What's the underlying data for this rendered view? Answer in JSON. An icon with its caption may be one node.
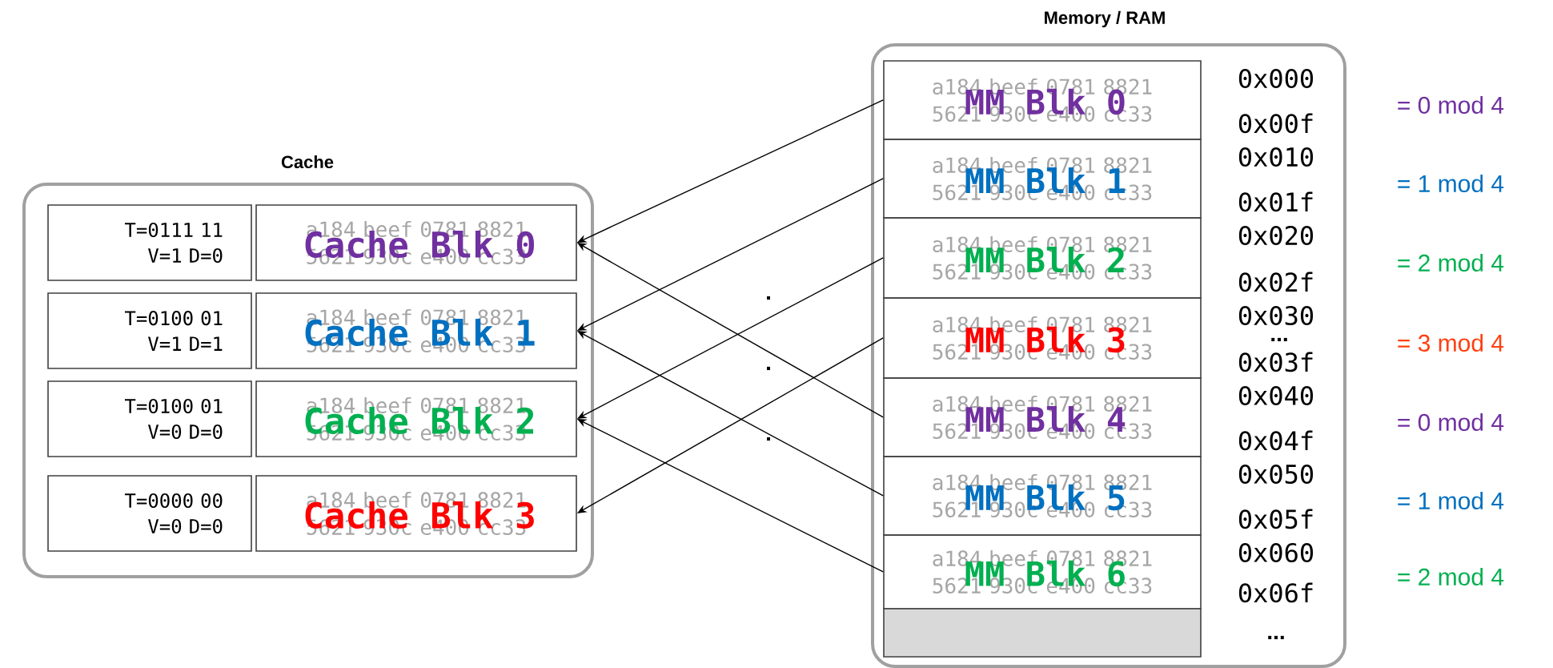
{
  "diagram": {
    "nodes": [
      {
        "text": [
          "Cache"
        ]
      },
      {
        "text": [
          "T=0111 11 V=1 D=0"
        ],
        "in": 0
      },
      {
        "text": [
          "a184 beef 0781 8821 5621 930c e400 cc33",
          "Cache Blk 0"
        ],
        "in": 0
      },
      {
        "text": [
          "T=0100 01 V=1 D=1"
        ],
        "in": 0
      },
      {
        "text": [
          "a184 beef 0781 8821 5621 930c e400 cc33",
          "Cache Blk 1"
        ],
        "in": 0
      },
      {
        "text": [
          "T=0100 01 V=0 D=0"
        ],
        "in": 0
      },
      {
        "text": [
          "a184 beef 0781 8821 5621 930c e400 cc33",
          "Cache Blk 2"
        ],
        "in": 0
      },
      {
        "text": [
          "T=0000 00 V=0 D=0"
        ],
        "in": 0
      },
      {
        "text": [
          "a184 beef 0781 8821 5621 930c e400 cc33",
          "Cache Blk 3"
        ],
        "in": 0
      },
      {
        "text": [
          "Memory / RAM"
        ]
      },
      {
        "text": [
          "a184 beef 0781 8821 5621 930c e400 cc33",
          "MM Blk 0"
        ],
        "in": 9,
        "beside": [
          "0x000",
          "0x00f",
          "= 0 mod 4"
        ]
      },
      {
        "text": [
          "a184 beef 0781 8821 5621 930c e400 cc33",
          "MM Blk 1"
        ],
        "in": 9,
        "beside": [
          "0x010",
          "0x01f",
          "= 1 mod 4"
        ]
      },
      {
        "text": [
          "a184 beef 0781 8821 5621 930c e400 cc33",
          "MM Blk 2"
        ],
        "in": 9,
        "beside": [
          "0x020",
          "0x02f",
          "= 2 mod 4"
        ]
      },
      {
        "text": [
          "a184 beef 0781 8821 5621 930c e400 cc33",
          "MM Blk 3"
        ],
        "in": 9,
        "beside": [
          "0x030",
          "0x03f",
          "= 3 mod 4"
        ]
      },
      {
        "text": [
          "a184 beef 0781 8821 5621 930c e400 cc33",
          "MM Blk 4"
        ],
        "in": 9,
        "beside": [
          "0x040",
          "0x04f",
          "= 0 mod 4"
        ]
      },
      {
        "text": [
          "a184 beef 0781 8821 5621 930c e400 cc33",
          "MM Blk 5"
        ],
        "in": 9,
        "beside": [
          "0x050",
          "0x05f",
          "= 1 mod 4"
        ]
      },
      {
        "text": [
          "a184 beef 0781 8821 5621 930c e400 cc33",
          "MM Blk 6"
        ],
        "in": 9,
        "beside": [
          "0x060",
          "0x06f",
          "= 2 mod 4"
        ]
      },
      {
        "text": [],
        "shape": "bar",
        "in": 9
      }
    ],
    "edges": [
      {
        "from": 10,
        "to": 2,
        "arrow": "to"
      },
      {
        "from": 11,
        "to": 4,
        "arrow": "to"
      },
      {
        "from": 12,
        "to": 6,
        "arrow": "to"
      },
      {
        "from": 13,
        "to": 8,
        "arrow": "to"
      },
      {
        "from": 14,
        "to": 2,
        "arrow": "to"
      },
      {
        "from": 15,
        "to": 4,
        "arrow": "to"
      },
      {
        "from": 16,
        "to": 6,
        "arrow": "to"
      }
    ],
    "labels": [
      ".",
      ".",
      ".",
      "...",
      "..."
    ]
  }
}
